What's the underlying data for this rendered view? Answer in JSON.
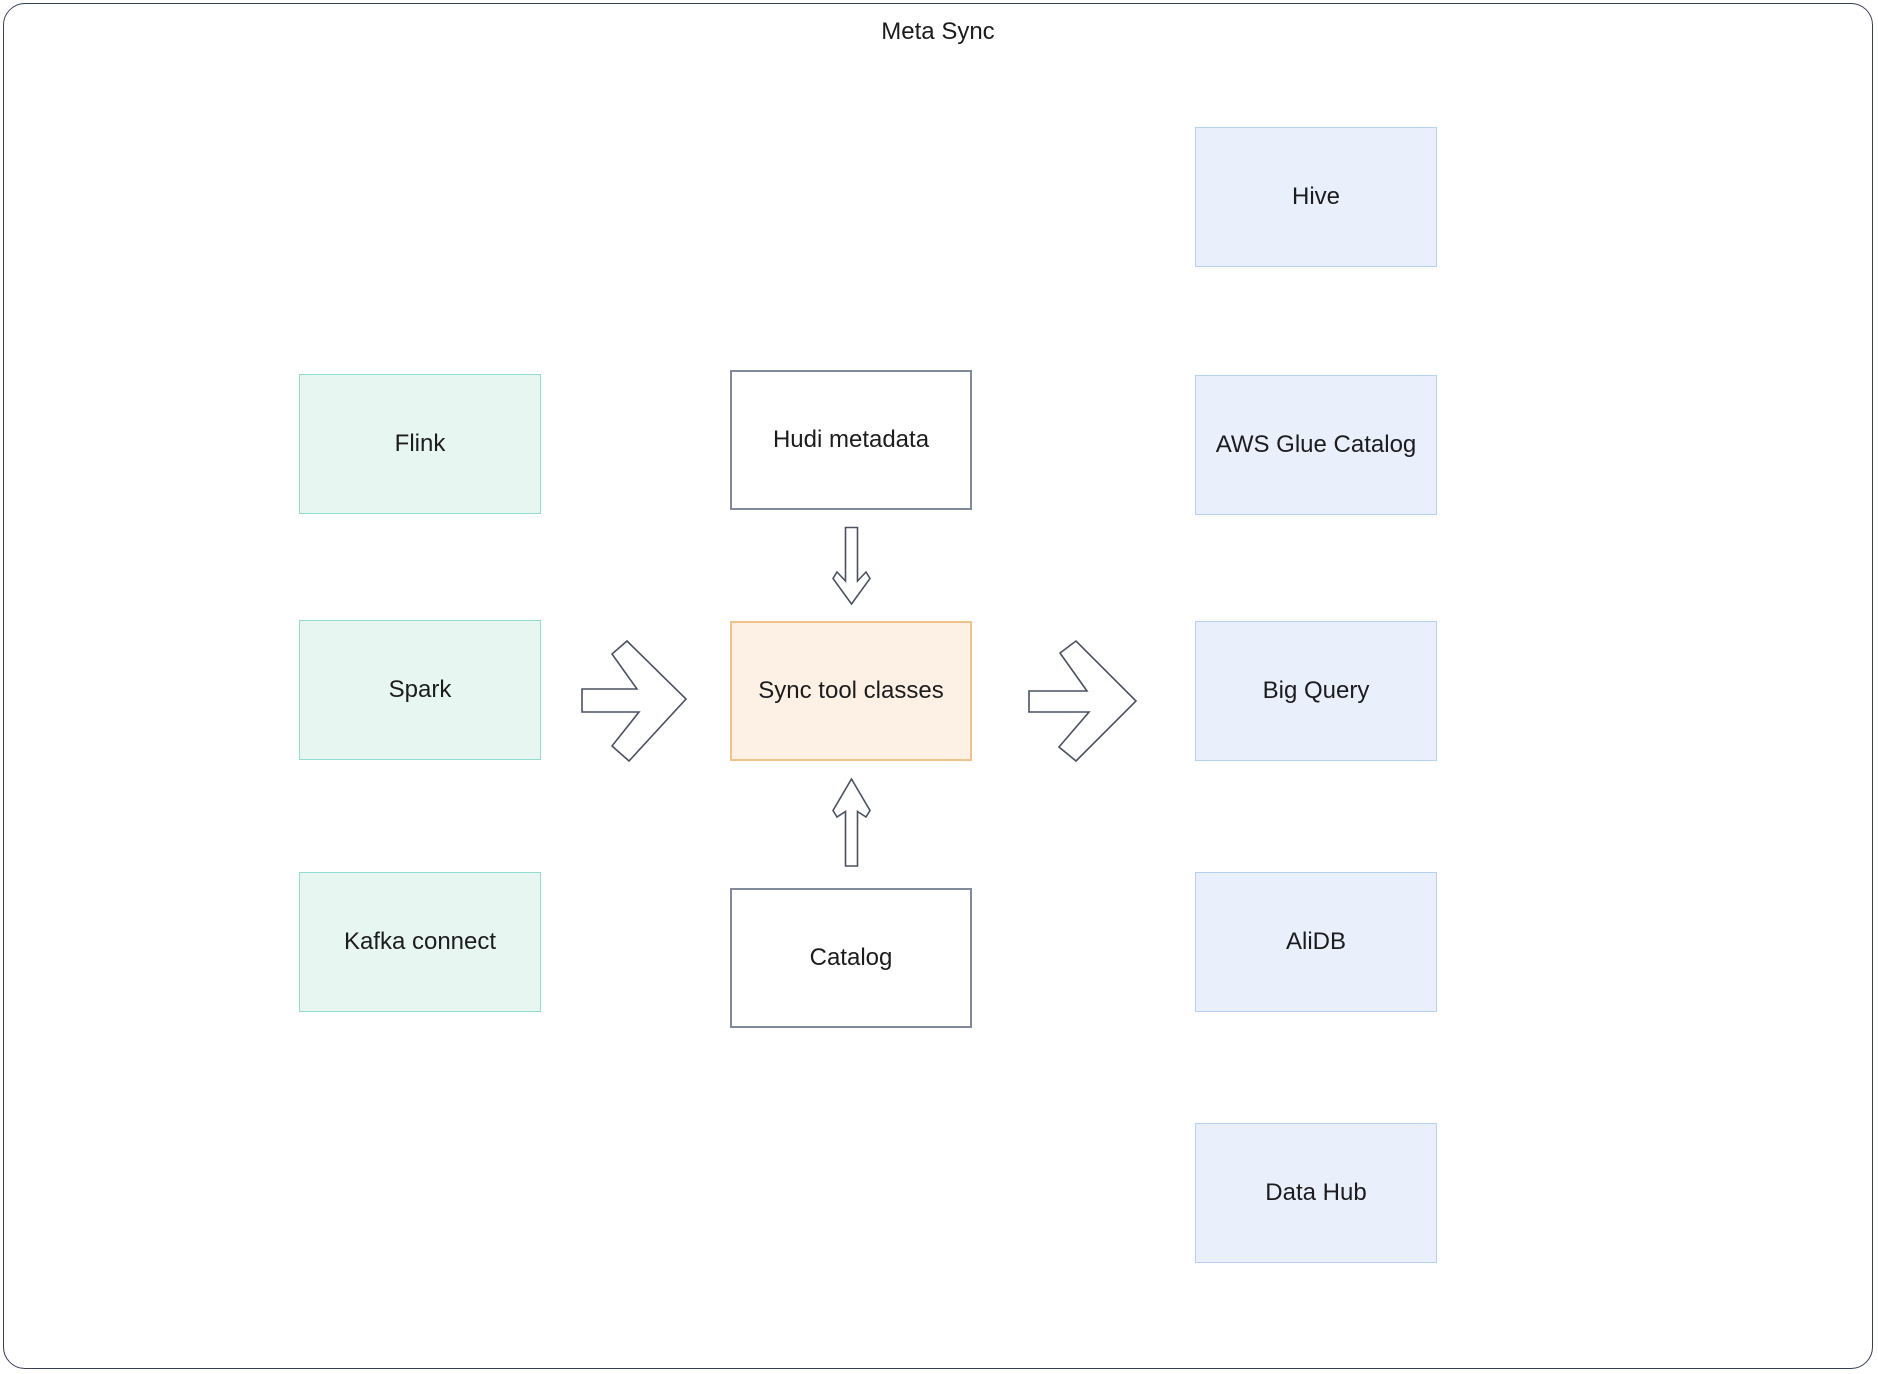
{
  "title": "Meta Sync",
  "nodes": {
    "flink": {
      "label": "Flink",
      "group": "producers"
    },
    "spark": {
      "label": "Spark",
      "group": "producers"
    },
    "kafka_connect": {
      "label": "Kafka connect",
      "group": "producers"
    },
    "hudi_metadata": {
      "label": "Hudi metadata",
      "group": "core"
    },
    "sync_tool_classes": {
      "label": "Sync tool classes",
      "group": "core"
    },
    "catalog": {
      "label": "Catalog",
      "group": "core"
    },
    "hive": {
      "label": "Hive",
      "group": "targets"
    },
    "aws_glue_catalog": {
      "label": "AWS Glue Catalog",
      "group": "targets"
    },
    "big_query": {
      "label": "Big Query",
      "group": "targets"
    },
    "alidb": {
      "label": "AliDB",
      "group": "targets"
    },
    "data_hub": {
      "label": "Data Hub",
      "group": "targets"
    }
  },
  "edges": [
    {
      "from": "Spark",
      "to": "Sync tool classes",
      "direction": "right"
    },
    {
      "from": "Hudi metadata",
      "to": "Sync tool classes",
      "direction": "down"
    },
    {
      "from": "Catalog",
      "to": "Sync tool classes",
      "direction": "up"
    },
    {
      "from": "Sync tool classes",
      "to": "Big Query",
      "direction": "right"
    }
  ],
  "colors": {
    "canvas_border": "#383e55",
    "producer_fill": "#e8f6f2",
    "producer_border": "#90ddcd",
    "target_fill": "#e9f0fc",
    "target_border": "#b5d0f1",
    "core_highlight_fill": "#fdf1e5",
    "core_highlight_border": "#f2c28b",
    "plain_fill": "#ffffff",
    "plain_border": "#808a9b",
    "arrow_stroke": "#4a5162",
    "text": "#1c1c1e"
  }
}
